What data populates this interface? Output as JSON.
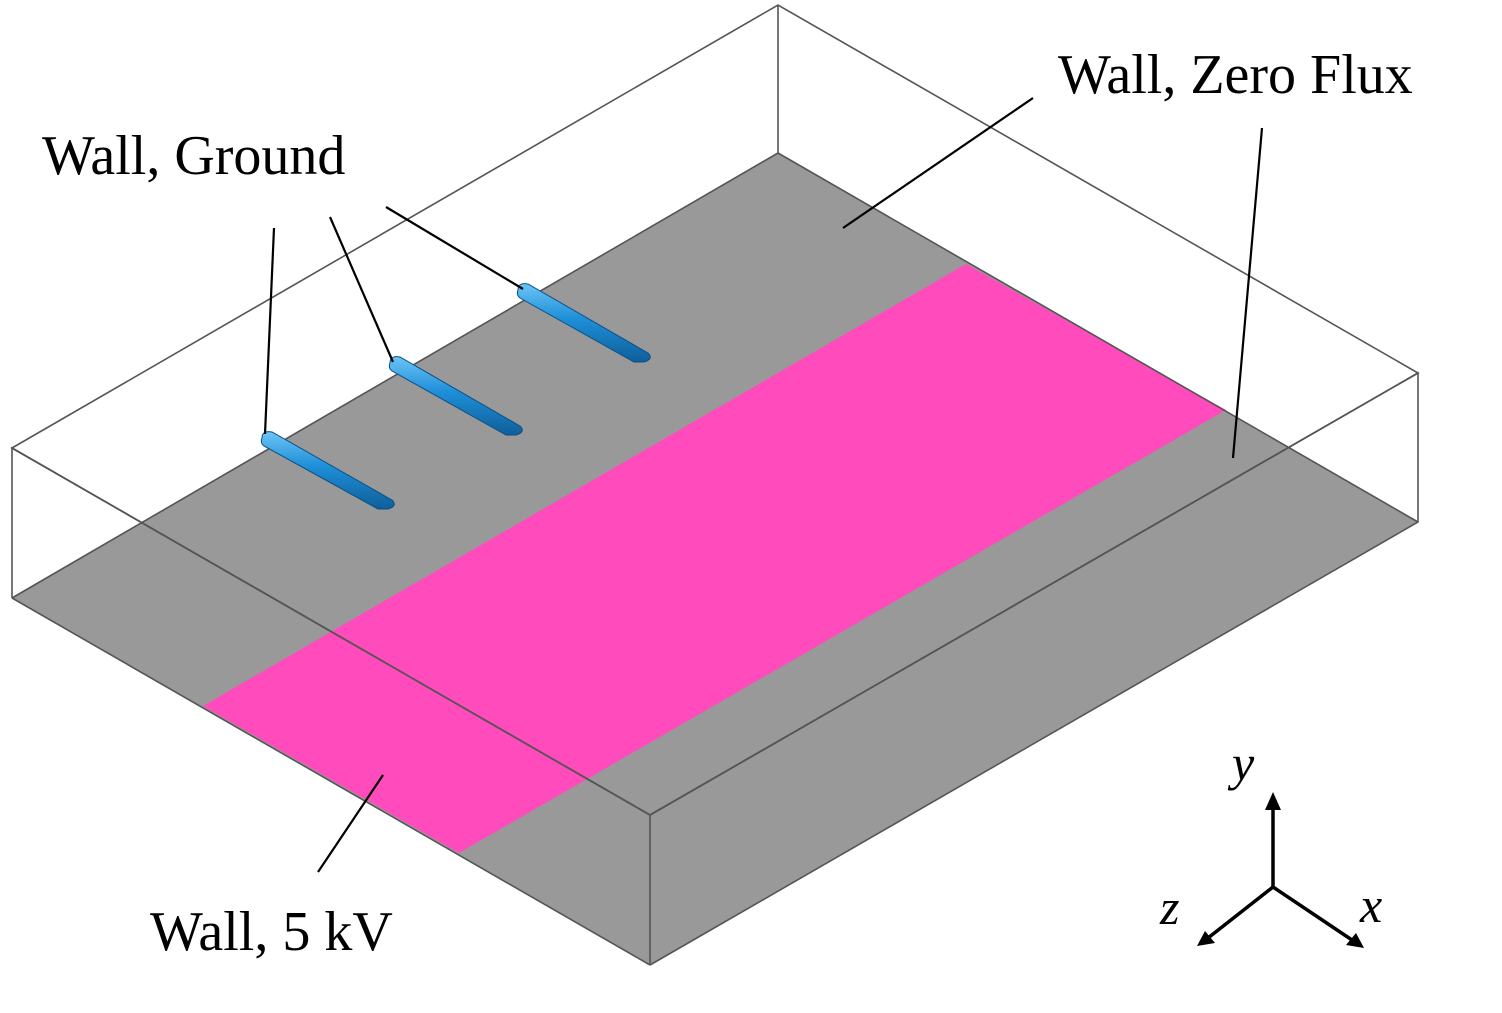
{
  "labels": {
    "ground": "Wall, Ground",
    "zero_flux": "Wall, Zero Flux",
    "voltage": "Wall, 5 kV"
  },
  "axes": {
    "x": "x",
    "y": "y",
    "z": "z"
  },
  "colors": {
    "floor": "#999999",
    "electrode_strip": "#ff4bbb",
    "ground_electrode": "#1e8fd8",
    "ground_electrode_highlight": "#6cc4f5",
    "domain_outline": "#555555",
    "leader_line": "#000000"
  }
}
